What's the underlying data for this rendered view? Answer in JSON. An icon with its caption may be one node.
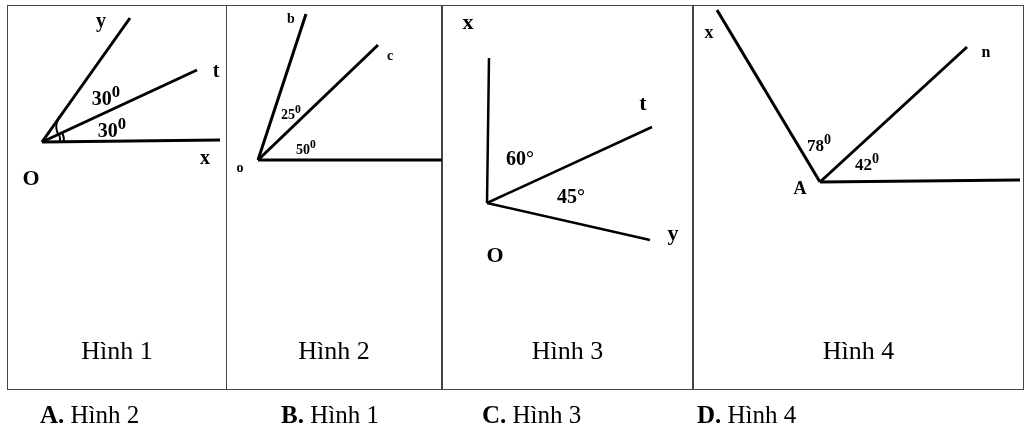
{
  "diagram": {
    "nodes": [
      {
        "text": [
          "Hình 1"
        ]
      },
      {
        "text": [
          "Hình 2"
        ]
      },
      {
        "text": [
          "Hình 3"
        ]
      },
      {
        "text": [
          "Hình 4"
        ]
      }
    ],
    "labels": [
      "y",
      "t",
      "30$^{0}$",
      "30$^{0}$",
      "O",
      "x",
      "b",
      "c",
      "25$^{0}$",
      "50$^{0}$",
      "o",
      "x",
      "t",
      "60°",
      "45°",
      "O",
      "y",
      "x",
      "n",
      "78$^{0}$",
      "42$^{0}$",
      "A",
      "**A.** Hình 2",
      "**B.** Hình 1",
      "**C.** Hình 3",
      "**D.** Hình 4"
    ]
  }
}
